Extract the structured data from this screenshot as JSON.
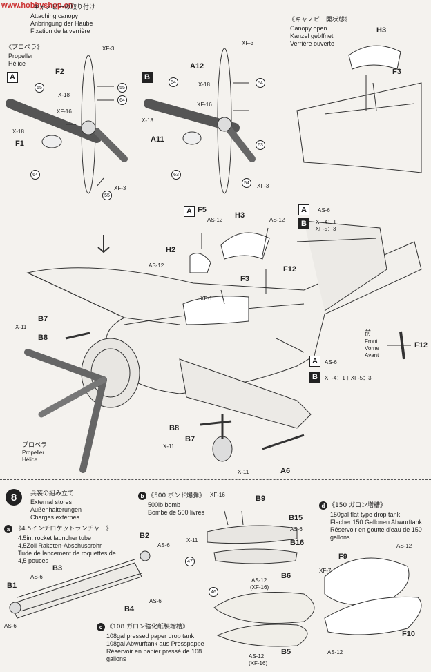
{
  "watermark": "www.hobbyshop.cn",
  "canopy_attach": {
    "jp": "キャノピーの取り付け",
    "en": "Attaching canopy",
    "de": "Anbringung der Haube",
    "fr": "Fixation de la verrière"
  },
  "canopy_open": {
    "jp": "《キャノピー開状態》",
    "en": "Canopy open",
    "de": "Kanzel geöffnet",
    "fr": "Verrière ouverte"
  },
  "propeller_label": {
    "jp": "《プロペラ》",
    "en": "Propeller",
    "fr": "Hélice"
  },
  "prop_A_parts": {
    "box": "A",
    "f2": "F2",
    "f1": "F1",
    "xf3a": "XF-3",
    "xf3b": "XF-3",
    "x18a": "X-18",
    "x18b": "X-18",
    "xf16": "XF-16",
    "n55a": "55",
    "n55b": "55",
    "n64a": "64",
    "n64b": "64",
    "n55c": "55"
  },
  "prop_B_parts": {
    "box": "B",
    "a12": "A12",
    "a11": "A11",
    "xf3a": "XF-3",
    "xf3b": "XF-3",
    "x18a": "X-18",
    "x18b": "X-18",
    "xf16": "XF-16",
    "n54a": "54",
    "n54b": "54",
    "n63a": "63",
    "n63b": "63",
    "n54c": "54"
  },
  "open_parts": {
    "h3": "H3",
    "f3": "F3"
  },
  "main_parts": {
    "boxA1": "A",
    "f5": "F5",
    "as12a": "AS-12",
    "h3": "H3",
    "as12b": "AS-12",
    "boxA2": "A",
    "as6a": "AS-6",
    "boxB1": "B",
    "xfmix1": "XF-4：1",
    "xfmix2": "+XF-5：3",
    "h2": "H2",
    "as12c": "AS-12",
    "f12": "F12",
    "f3": "F3",
    "xf1": "XF-1",
    "x11a": "X-11",
    "b7a": "B7",
    "b8a": "B8",
    "front_jp": "前",
    "front_en": "Front",
    "front_de": "Vorne",
    "front_fr": "Avant",
    "f12b": "F12",
    "boxA3": "A",
    "as6b": "AS-6",
    "boxB2": "B",
    "xfmix3": "XF-4：1＋XF-5：3",
    "b8b": "B8",
    "x11b": "X-11",
    "b7b": "B7",
    "x11c": "X-11",
    "a6": "A6",
    "prop_jp": "プロペラ",
    "prop_en": "Propeller",
    "prop_fr": "Hélice"
  },
  "step8": {
    "num": "8",
    "jp": "兵装の組み立て",
    "en": "External stores",
    "de": "Außenhalterungen",
    "fr": "Charges externes"
  },
  "sub_a": {
    "letter": "a",
    "jp": "《4.5インチロケットランチャー》",
    "en": "4.5in. rocket launcher tube",
    "de": "4,5Zoll Raketen-Abschussrohr",
    "fr1": "Tude de lancement de roquettes de",
    "fr2": "4,5 pouces",
    "b2": "B2",
    "as6a": "AS-6",
    "b3": "B3",
    "as6b": "AS-6",
    "b1": "B1",
    "as6c": "AS-6",
    "b4": "B4",
    "as6d": "AS-6"
  },
  "sub_b": {
    "letter": "b",
    "jp": "《500 ポンド爆弾》",
    "en": "500lb bomb",
    "fr": "Bombe de 500 livres",
    "xf16": "XF-16",
    "b9": "B9",
    "b15": "B15",
    "as6": "AS-6",
    "x11": "X-11",
    "b16": "B16",
    "n47": "47"
  },
  "sub_c": {
    "letter": "c",
    "jp": "《108 ガロン強化紙製増槽》",
    "en": "108gal pressed paper drop tank",
    "de": "108gal Abwurftank aus Presspappe",
    "fr1": "Réservoir en papier pressé de 108",
    "fr2": "gallons",
    "n46": "46",
    "as12a": "AS-12",
    "xf16a": "(XF-16)",
    "b6": "B6",
    "b5": "B5",
    "as12b": "AS-12",
    "xf16b": "(XF-16)"
  },
  "sub_d": {
    "letter": "d",
    "jp": "《150 ガロン増槽》",
    "en": "150gal flat type drop tank",
    "de": "Flacher 150 Gallonen Abwurftank",
    "fr1": "Réservoir en goutte d'eau de 150",
    "fr2": "gallons",
    "f9": "F9",
    "as12a": "AS-12",
    "xf7": "XF-7",
    "f10": "F10",
    "as12b": "AS-12"
  }
}
